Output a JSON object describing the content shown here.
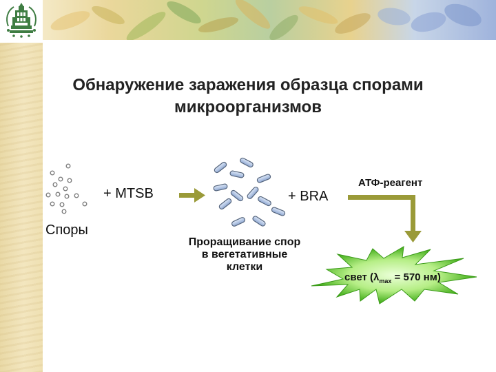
{
  "title": "Обнаружение заражения образца спорами микроорганизмов",
  "labels": {
    "spores": "Споры",
    "mtsb": "+  MTSB",
    "bra": "+ BRA",
    "atp": "АТФ-реагент",
    "germination": "Проращивание спор в вегетативные клетки"
  },
  "burst": {
    "prefix": "свет (",
    "lambda": "λ",
    "sub": "max",
    "suffix": " = 570 нм)"
  },
  "colors": {
    "arrow": "#9a9a38",
    "burst_inner": "#eaffd8",
    "burst_outer": "#3caa14",
    "cell_fill": "#a9c1e4",
    "cell_stroke": "#55657d"
  }
}
